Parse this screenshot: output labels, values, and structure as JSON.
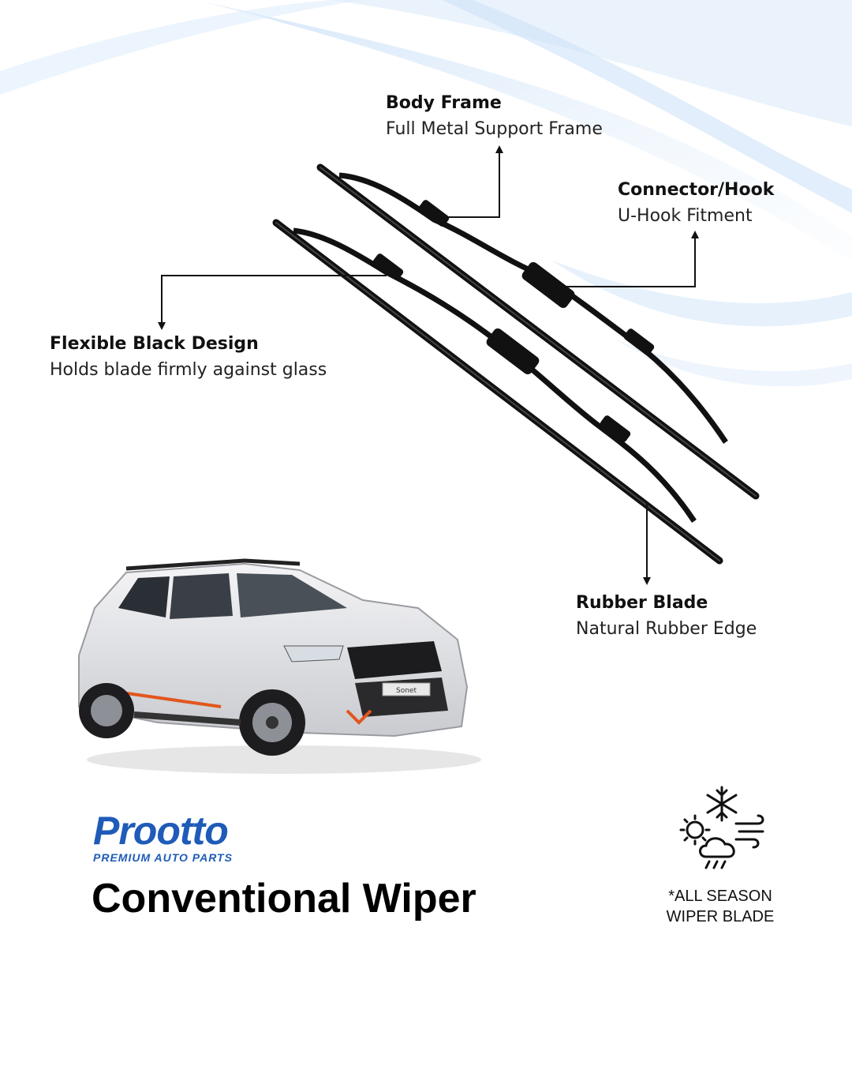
{
  "features": {
    "body_frame": {
      "title": "Body Frame",
      "subtitle": "Full Metal Support Frame"
    },
    "connector": {
      "title": "Connector/Hook",
      "subtitle": "U-Hook Fitment"
    },
    "flexible": {
      "title": "Flexible Black Design",
      "subtitle": "Holds blade firmly against glass"
    },
    "rubber": {
      "title": "Rubber Blade",
      "subtitle": "Natural Rubber Edge"
    }
  },
  "brand": {
    "name": "Prootto",
    "tagline": "PREMIUM AUTO PARTS",
    "color": "#1f5bb8"
  },
  "product": {
    "title": "Conventional Wiper"
  },
  "season": {
    "line1": "*ALL SEASON",
    "line2": "WIPER BLADE"
  },
  "car": {
    "badge": "Sonet"
  },
  "icons": [
    "snowflake-icon",
    "sun-icon",
    "cloud-rain-icon",
    "wind-icon"
  ]
}
